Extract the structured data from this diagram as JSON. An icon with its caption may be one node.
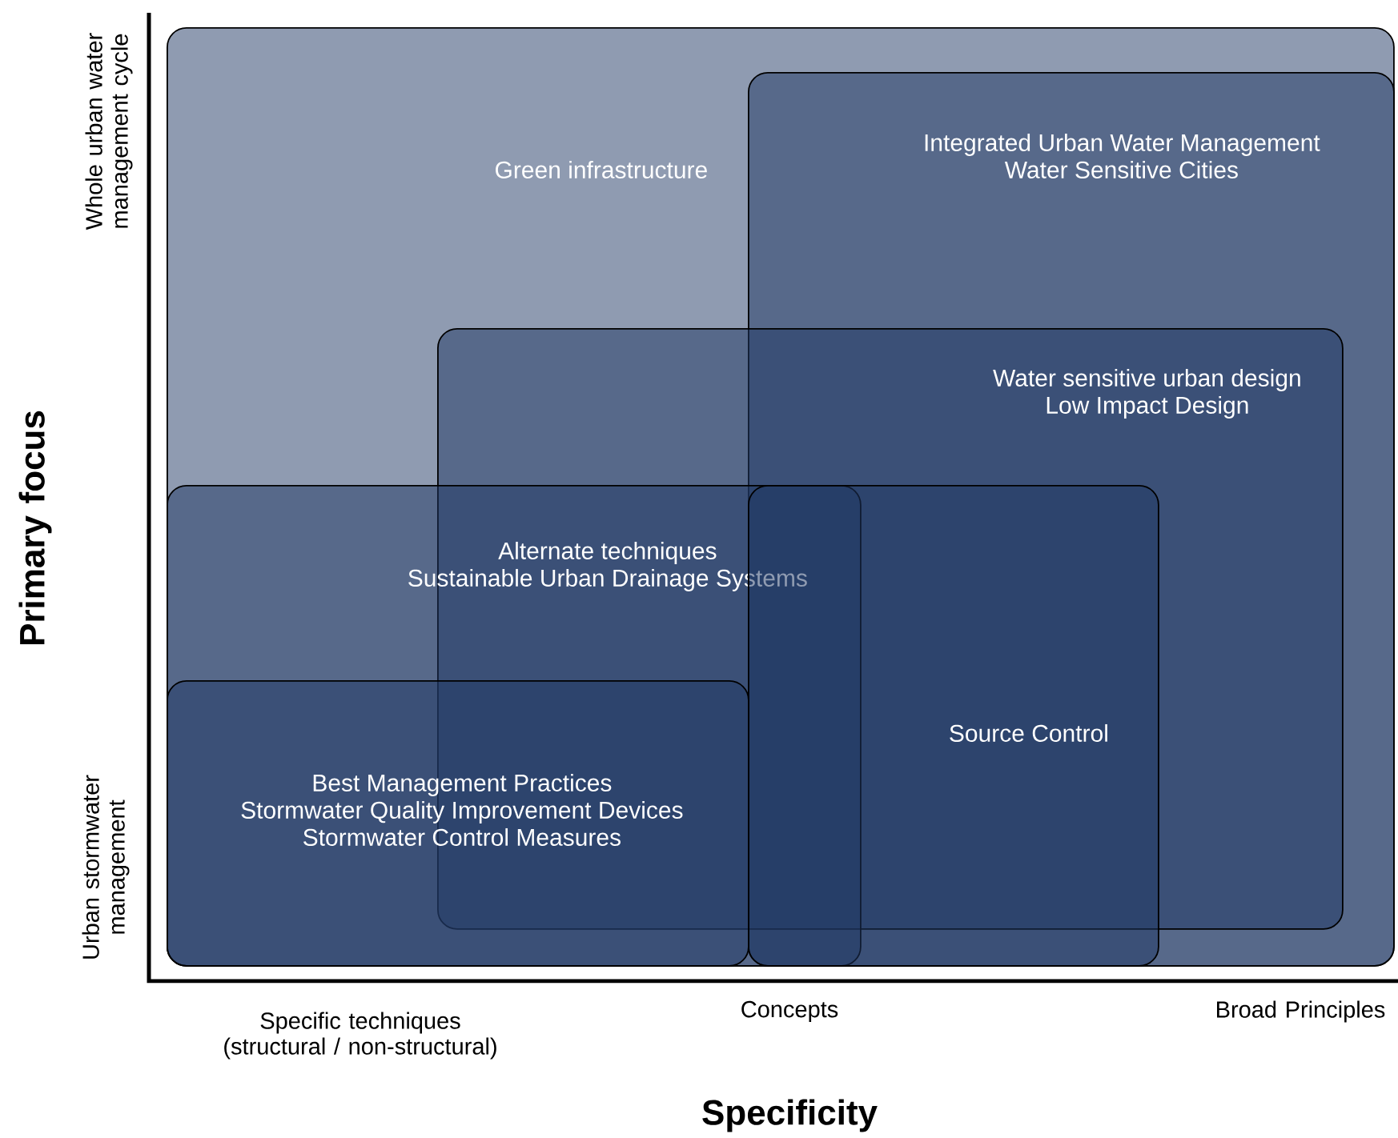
{
  "diagram": {
    "nodes": [
      {
        "text": [
          "Green infrastructure"
        ]
      },
      {
        "text": [
          "Integrated Urban Water Management",
          "Water Sensitive Cities"
        ],
        "in": 0
      },
      {
        "text": [
          "Water sensitive urban design",
          "Low Impact Design"
        ],
        "in": 0
      },
      {
        "text": [
          "Alternate techniques",
          "Sustainable Urban Drainage Systems"
        ],
        "in": 0
      },
      {
        "text": [
          "Source Control"
        ],
        "in": 1
      },
      {
        "text": [
          "Best Management Practices",
          "Stormwater Quality Improvement Devices",
          "Stormwater Control Measures"
        ],
        "in": 3
      }
    ],
    "labels": [
      "Whole urban water management cycle",
      "Primary focus",
      "Urban stormwater management",
      "Specific techniques (structural / non-structural)",
      "Concepts",
      "Broad Principles",
      "Specificity"
    ]
  }
}
